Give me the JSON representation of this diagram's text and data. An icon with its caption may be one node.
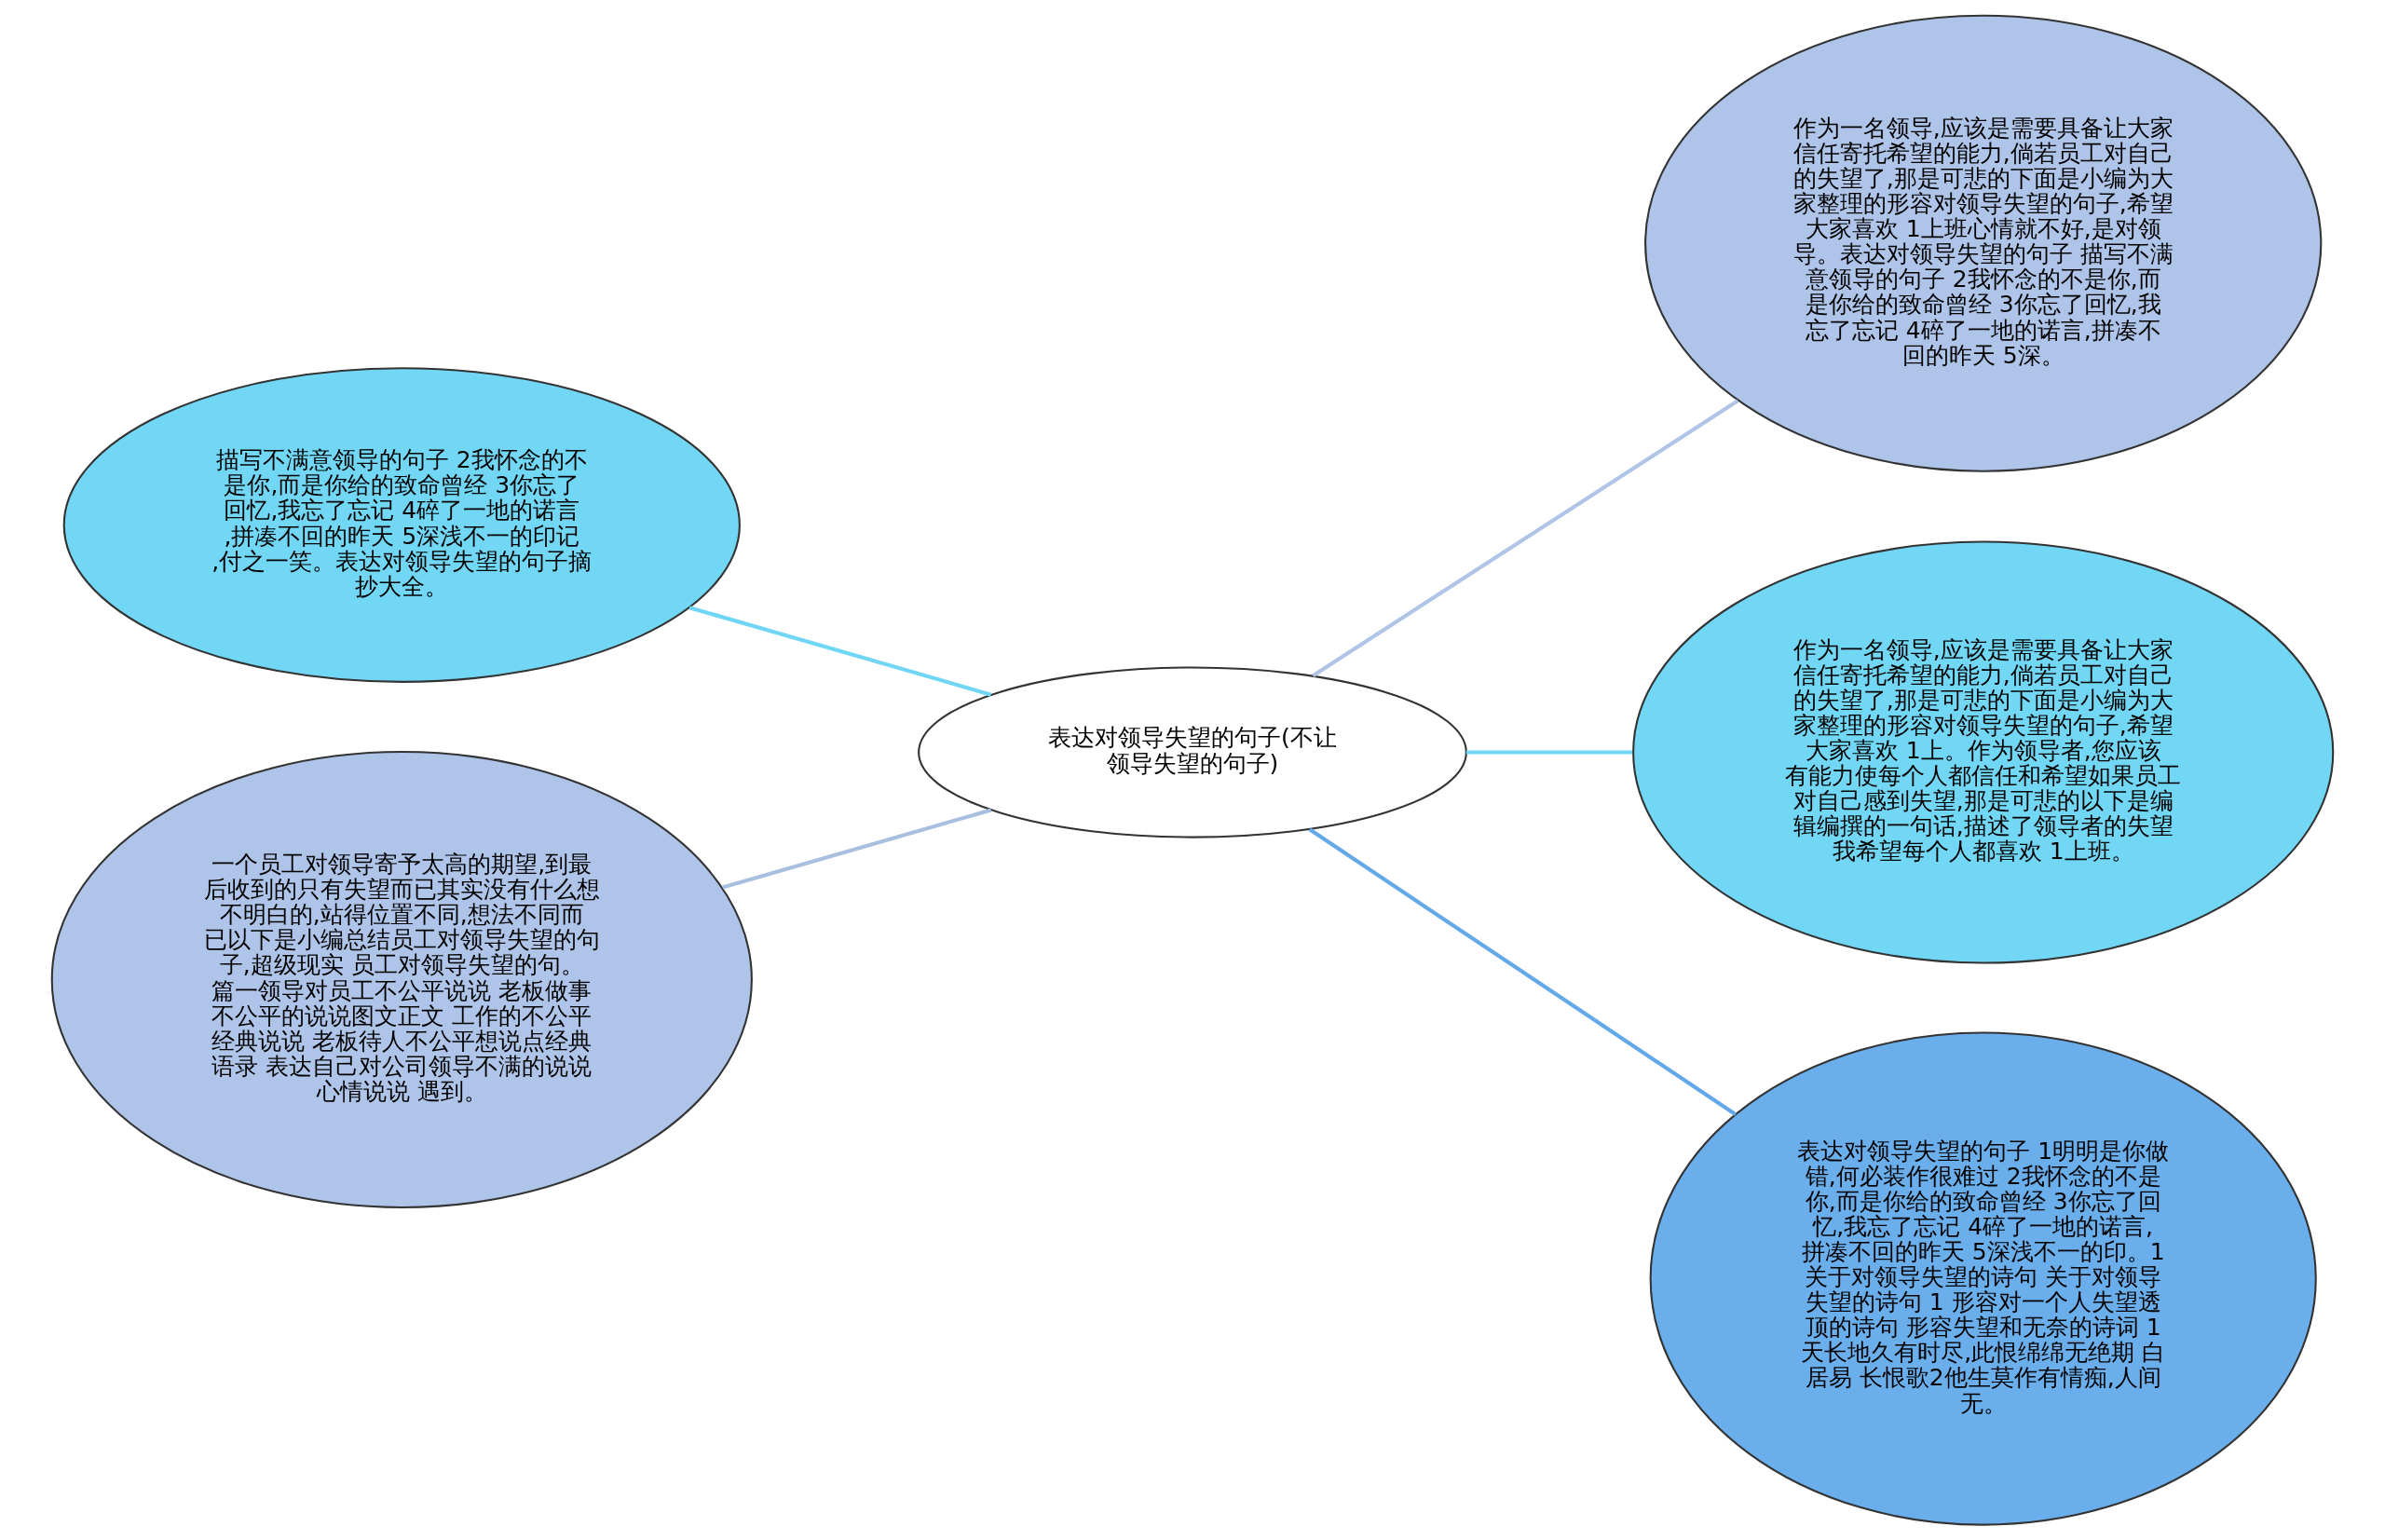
{
  "diagram": {
    "nodes": [
      {
        "text": [
          "表达对领导失望的句子(不让领导失望的句子)"
        ]
      },
      {
        "text": [
          "描写不满意领导的句子 2我怀念的不是你,而是你给的致命曾经 3你忘了回忆,我忘了忘记 4碎了一地的诺言,拼凑不回的昨天 5深浅不一的印记,付之一笑。表达对领导失望的句子摘抄大全。"
        ]
      },
      {
        "text": [
          "一个员工对领导寄予太高的期望,到最后收到的只有失望而已其实没有什么想不明白的,站得位置不同,想法不同而已以下是小编总结员工对领导失望的句子,超级现实 员工对领导失望的句。篇一领导对员工不公平说说 老板做事不公平的说说图文正文 工作的不公平经典说说 老板待人不公平想说点经典语录 表达自己对公司领导不满的说说心情说说 遇到。"
        ]
      },
      {
        "text": [
          "作为一名领导,应该是需要具备让大家信任寄托希望的能力,倘若员工对自己的失望了,那是可悲的下面是小编为大家整理的形容对领导失望的句子,希望大家喜欢 1上班心情就不好,是对领导。表达对领导失望的句子 描写不满意领导的句子 2我怀念的不是你,而是你给的致命曾经 3你忘了回忆,我忘了忘记 4碎了一地的诺言,拼凑不回的昨天 5深。"
        ]
      },
      {
        "text": [
          "作为一名领导,应该是需要具备让大家信任寄托希望的能力,倘若员工对自己的失望了,那是可悲的下面是小编为大家整理的形容对领导失望的句子,希望大家喜欢 1上。作为领导者,您应该有能力使每个人都信任和希望如果员工对自己感到失望,那是可悲的以下是编辑编撰的一句话,描述了领导者的失望我希望每个人都喜欢 1上班。"
        ]
      },
      {
        "text": [
          "表达对领导失望的句子 1明明是你做错,何必装作很难过 2我怀念的不是你,而是你给的致命曾经 3你忘了回忆,我忘了忘记 4碎了一地的诺言,拼凑不回的昨天 5深浅不一的印。1 关于对领导失望的诗句 关于对领导失望的诗句 1 形容对一个人失望透顶的诗句 形容失望和无奈的诗词 1天长地久有时尽,此恨绵绵无绝期 白居易 长恨歌2他生莫作有情痴,人间无。"
        ]
      }
    ],
    "edges": [
      {
        "from": 0,
        "to": 1,
        "arrow": "none",
        "color": "#6fd6f5"
      },
      {
        "from": 0,
        "to": 2,
        "arrow": "none",
        "color": "#a9bfe0"
      },
      {
        "from": 0,
        "to": 3,
        "arrow": "none",
        "color": "#b0c4e8"
      },
      {
        "from": 0,
        "to": 4,
        "arrow": "none",
        "color": "#6fd6f5"
      },
      {
        "from": 0,
        "to": 5,
        "arrow": "none",
        "color": "#63a8e8"
      }
    ]
  }
}
